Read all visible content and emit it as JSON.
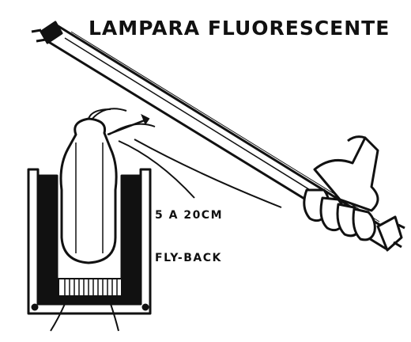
{
  "title": "LAMPARA FLUORESCENTE",
  "distance_label": "5 A 20CM",
  "component_label": "FLY-BACK"
}
